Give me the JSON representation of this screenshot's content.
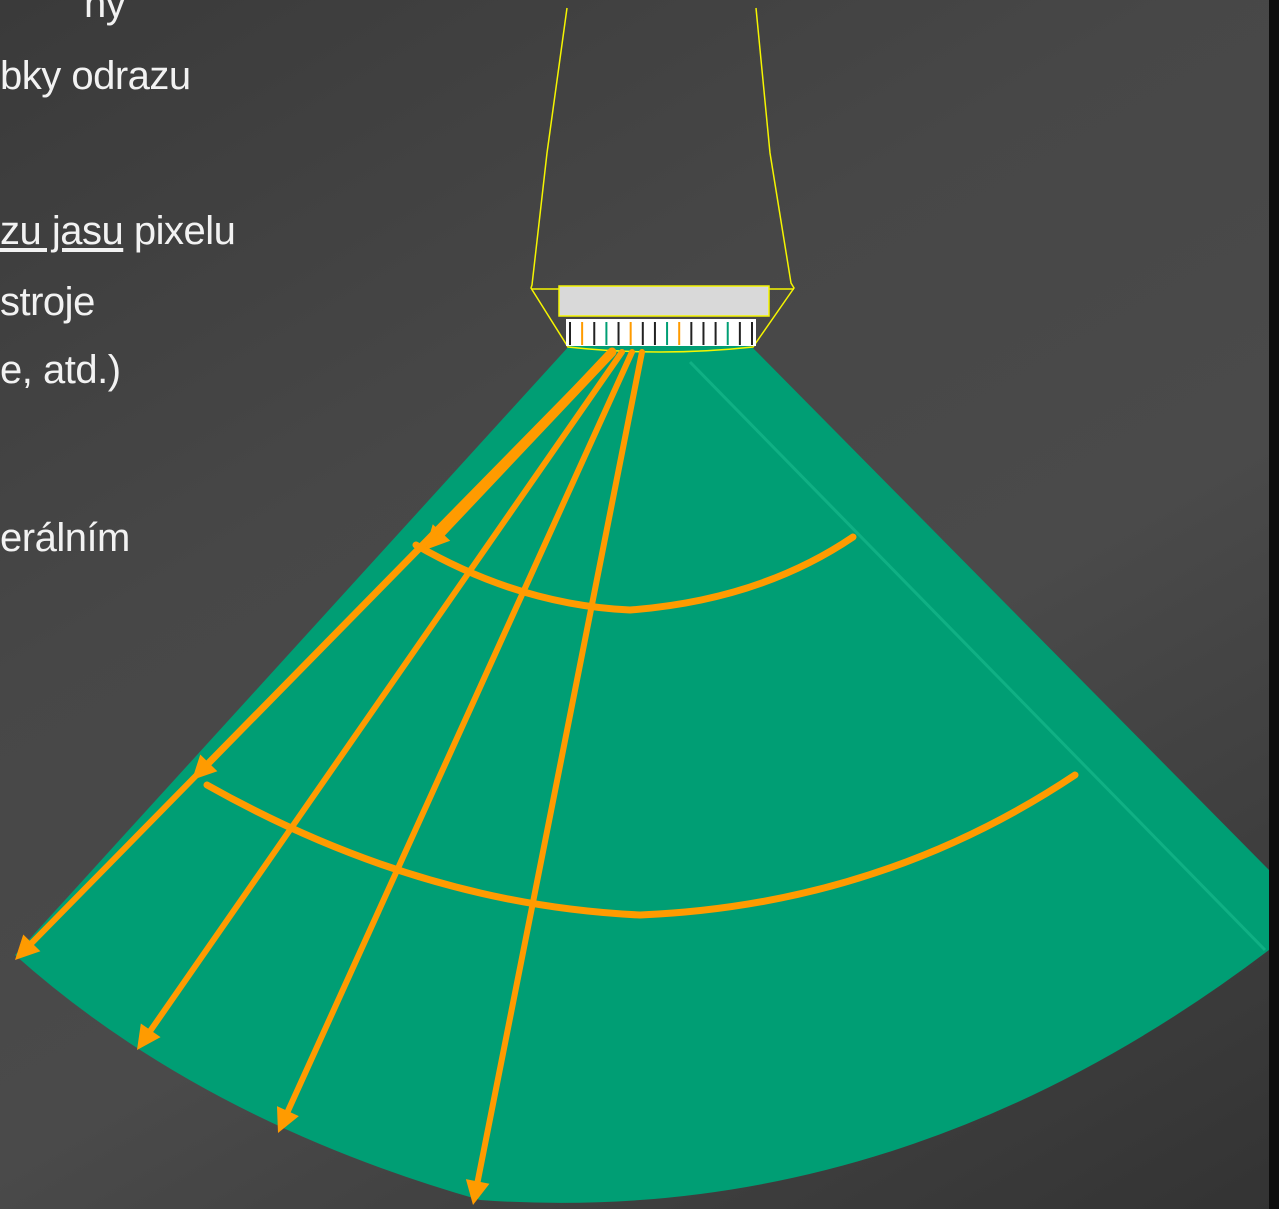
{
  "text_lines": [
    {
      "segments": [
        {
          "text": "ny",
          "u": false
        }
      ]
    },
    {
      "segments": [
        {
          "text": "bky odrazu",
          "u": false
        }
      ]
    },
    {
      "segments": [
        {
          "text": "zu jasu",
          "u": true
        },
        {
          "text": " pixelu",
          "u": false
        }
      ]
    },
    {
      "segments": [
        {
          "text": "stroje",
          "u": false
        }
      ]
    },
    {
      "segments": [
        {
          "text": "e, atd.)",
          "u": false
        }
      ]
    },
    {
      "segments": [
        {
          "text": "erálním",
          "u": false
        }
      ]
    }
  ],
  "colors": {
    "beam": "#009e74",
    "beam_edge": "#10b084",
    "arrows": "#ff9b00",
    "probe_outline": "#f5f500",
    "probe_head": "#d9d9d9",
    "text": "#f2f2f2"
  },
  "diagram": {
    "probe_elements": 16,
    "scan_lines": 4,
    "depth_arcs": 2,
    "icons": [
      "ultrasound-probe-icon",
      "scan-line-arrow-icon"
    ]
  }
}
